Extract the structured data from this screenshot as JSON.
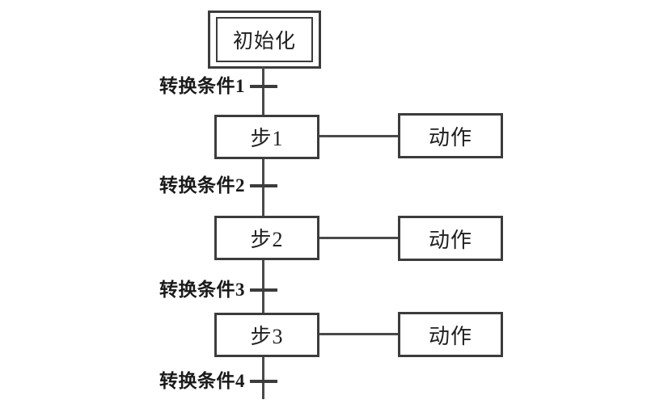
{
  "diagram": {
    "kind": "sequential-function-chart",
    "initial_step": {
      "label": "初始化"
    },
    "steps": [
      {
        "label": "步1",
        "action_label": "动作"
      },
      {
        "label": "步2",
        "action_label": "动作"
      },
      {
        "label": "步3",
        "action_label": "动作"
      }
    ],
    "transitions": [
      {
        "label": "转换条件1"
      },
      {
        "label": "转换条件2"
      },
      {
        "label": "转换条件3"
      },
      {
        "label": "转换条件4"
      }
    ],
    "colors": {
      "background": "#ffffff",
      "box_border": "#3c3c3c",
      "line": "#4a4a4a",
      "text": "#1f1f1f",
      "label_text": "#1a1a1a"
    }
  }
}
